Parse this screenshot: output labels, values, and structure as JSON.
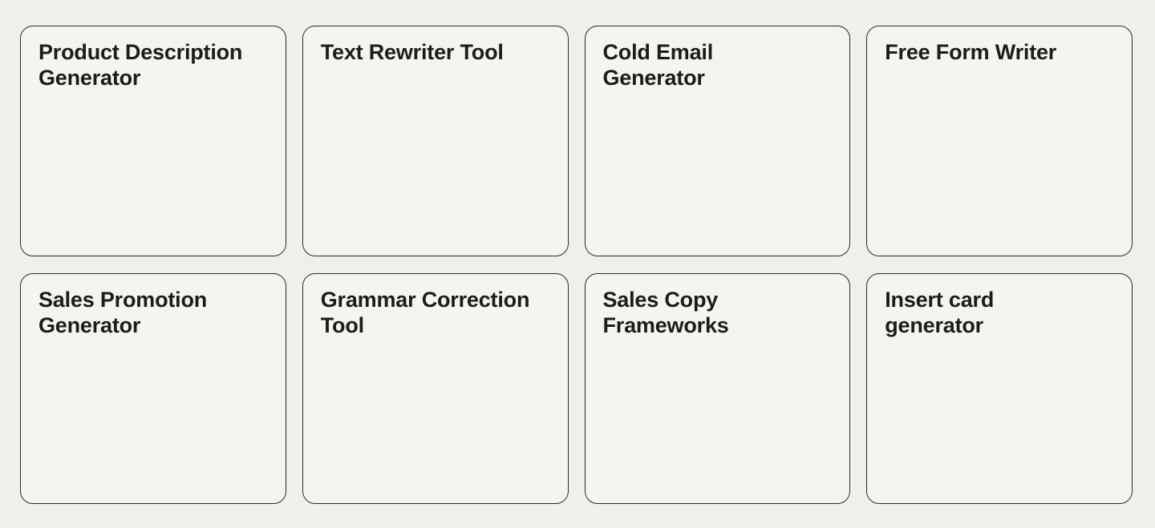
{
  "colors": {
    "page_bg": "#f1efe9",
    "card_bg": "#f5f4ee",
    "card_border": "#2d2b27",
    "title_text": "#1e1c19"
  },
  "cards": [
    {
      "title": "Product Description\nGenerator"
    },
    {
      "title": "Text Rewriter Tool"
    },
    {
      "title": "Cold Email\nGenerator"
    },
    {
      "title": "Free Form Writer"
    },
    {
      "title": "Sales Promotion\nGenerator"
    },
    {
      "title": "Grammar Correction\nTool"
    },
    {
      "title": "Sales Copy\nFrameworks"
    },
    {
      "title": "Insert card\ngenerator"
    }
  ]
}
